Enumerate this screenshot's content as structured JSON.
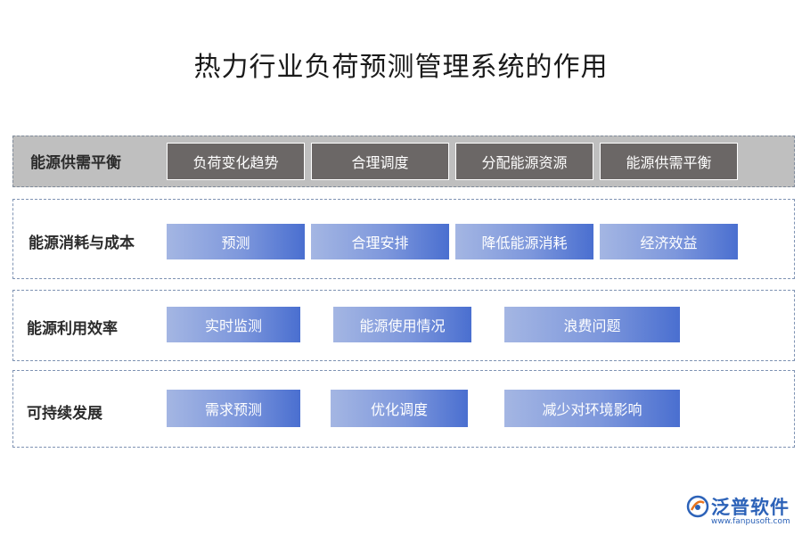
{
  "title": "热力行业负荷预测管理系统的作用",
  "rows": [
    {
      "label": "能源供需平衡",
      "items": [
        "负荷变化趋势",
        "合理调度",
        "分配能源资源",
        "能源供需平衡"
      ]
    },
    {
      "label": "能源消耗与成本",
      "items": [
        "预测",
        "合理安排",
        "降低能源消耗",
        "经济效益"
      ]
    },
    {
      "label": "能源利用效率",
      "items": [
        "实时监测",
        "能源使用情况",
        "浪费问题"
      ]
    },
    {
      "label": "可持续发展",
      "items": [
        "需求预测",
        "优化调度",
        "减少对环境影响"
      ]
    }
  ],
  "logo": {
    "name": "泛普软件",
    "url": "www.fanpusoft.com",
    "icon": "fanpu-logo-icon"
  },
  "colors": {
    "dark_box": "#6b6766",
    "blue_start": "#a4b6e3",
    "blue_end": "#4a6fd0",
    "gray_row": "#bfbfbf"
  }
}
